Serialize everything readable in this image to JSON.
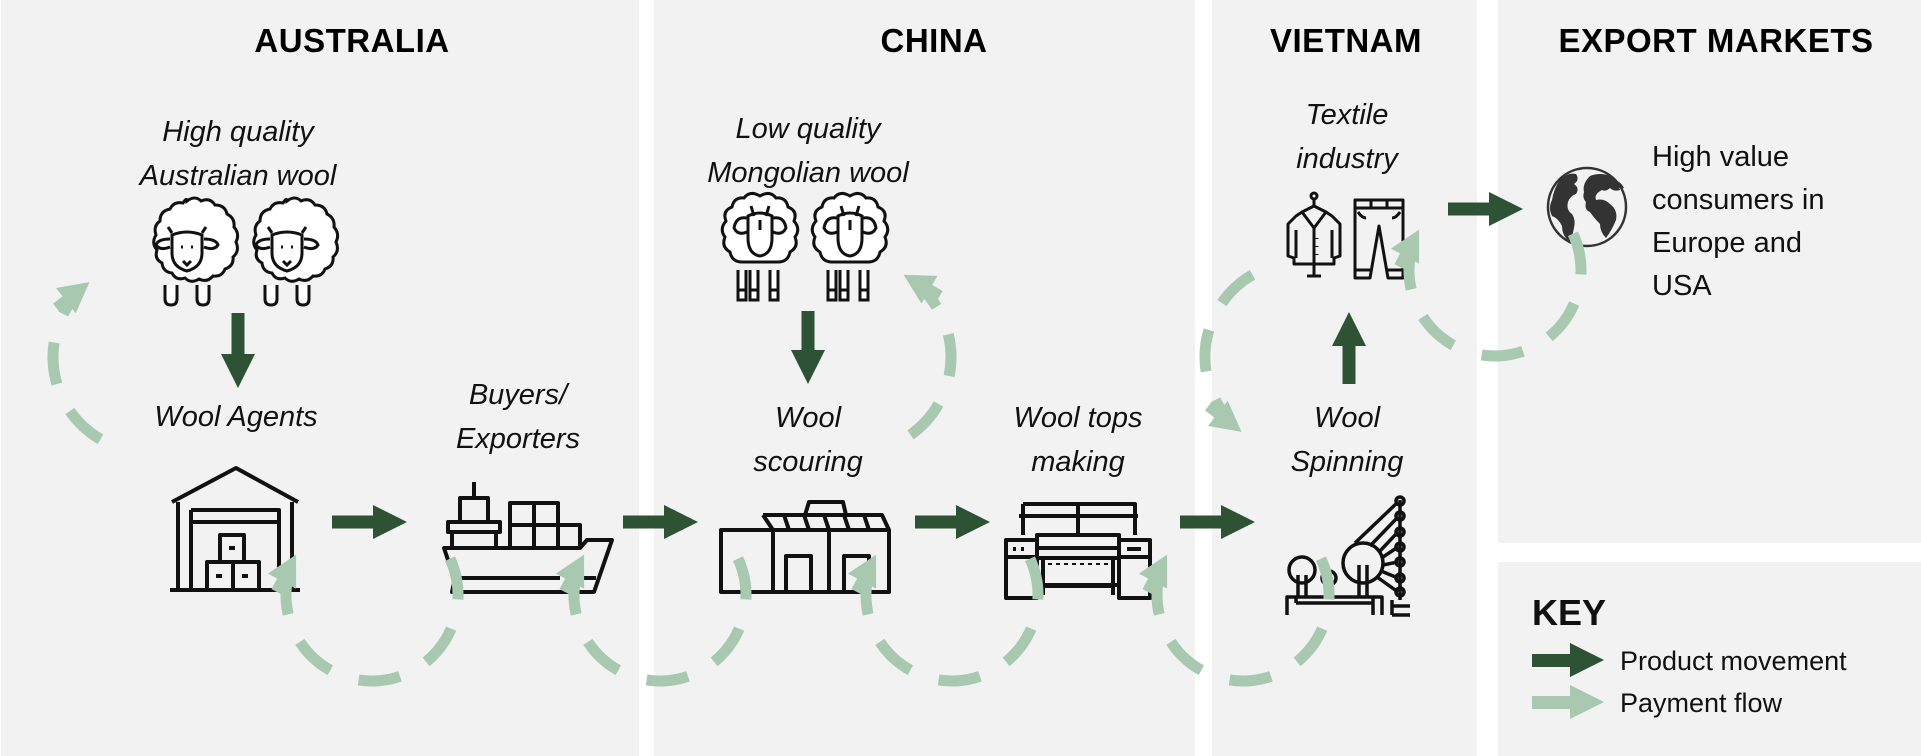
{
  "colors": {
    "product_movement": "#2d5234",
    "payment_flow": "#a8c8b0",
    "panel_bg": "#f2f2f2",
    "icon_stroke": "#111111"
  },
  "regions": [
    {
      "id": "australia",
      "title": "AUSTRALIA"
    },
    {
      "id": "china",
      "title": "CHINA"
    },
    {
      "id": "vietnam",
      "title": "VIETNAM"
    },
    {
      "id": "export",
      "title": "EXPORT MARKETS"
    }
  ],
  "nodes": {
    "aus_wool": {
      "lines": [
        "High quality",
        "Australian wool"
      ],
      "icon": "sheep-pair-icon"
    },
    "wool_agents": {
      "lines": [
        "Wool Agents"
      ],
      "icon": "warehouse-icon"
    },
    "buyers": {
      "lines": [
        "Buyers/",
        "Exporters"
      ],
      "icon": "cargo-ship-icon"
    },
    "mongolian_wool": {
      "lines": [
        "Low quality",
        "Mongolian wool"
      ],
      "icon": "sheep-pair-icon"
    },
    "scouring": {
      "lines": [
        "Wool",
        "scouring"
      ],
      "icon": "factory-icon"
    },
    "tops": {
      "lines": [
        "Wool tops",
        "making"
      ],
      "icon": "machine-icon"
    },
    "textile": {
      "lines": [
        "Textile",
        "industry"
      ],
      "icon": "clothing-icon"
    },
    "spinning": {
      "lines": [
        "Wool",
        "Spinning"
      ],
      "icon": "spinning-machine-icon"
    },
    "consumers": {
      "lines": [
        "High value",
        "consumers in",
        "Europe and",
        "USA"
      ],
      "icon": "globe-icon"
    }
  },
  "flows": {
    "product_movement": [
      [
        "aus_wool",
        "wool_agents"
      ],
      [
        "wool_agents",
        "buyers"
      ],
      [
        "buyers",
        "scouring"
      ],
      [
        "mongolian_wool",
        "scouring"
      ],
      [
        "scouring",
        "tops"
      ],
      [
        "tops",
        "spinning"
      ],
      [
        "spinning",
        "textile"
      ],
      [
        "textile",
        "consumers"
      ]
    ],
    "payment_flow": [
      [
        "wool_agents",
        "aus_wool"
      ],
      [
        "buyers",
        "wool_agents"
      ],
      [
        "scouring",
        "buyers"
      ],
      [
        "scouring",
        "mongolian_wool"
      ],
      [
        "tops",
        "scouring"
      ],
      [
        "spinning",
        "tops"
      ],
      [
        "textile",
        "spinning"
      ],
      [
        "consumers",
        "textile"
      ]
    ]
  },
  "key": {
    "title": "KEY",
    "items": [
      {
        "label": "Product movement",
        "kind": "product_movement"
      },
      {
        "label": "Payment flow",
        "kind": "payment_flow"
      }
    ]
  }
}
